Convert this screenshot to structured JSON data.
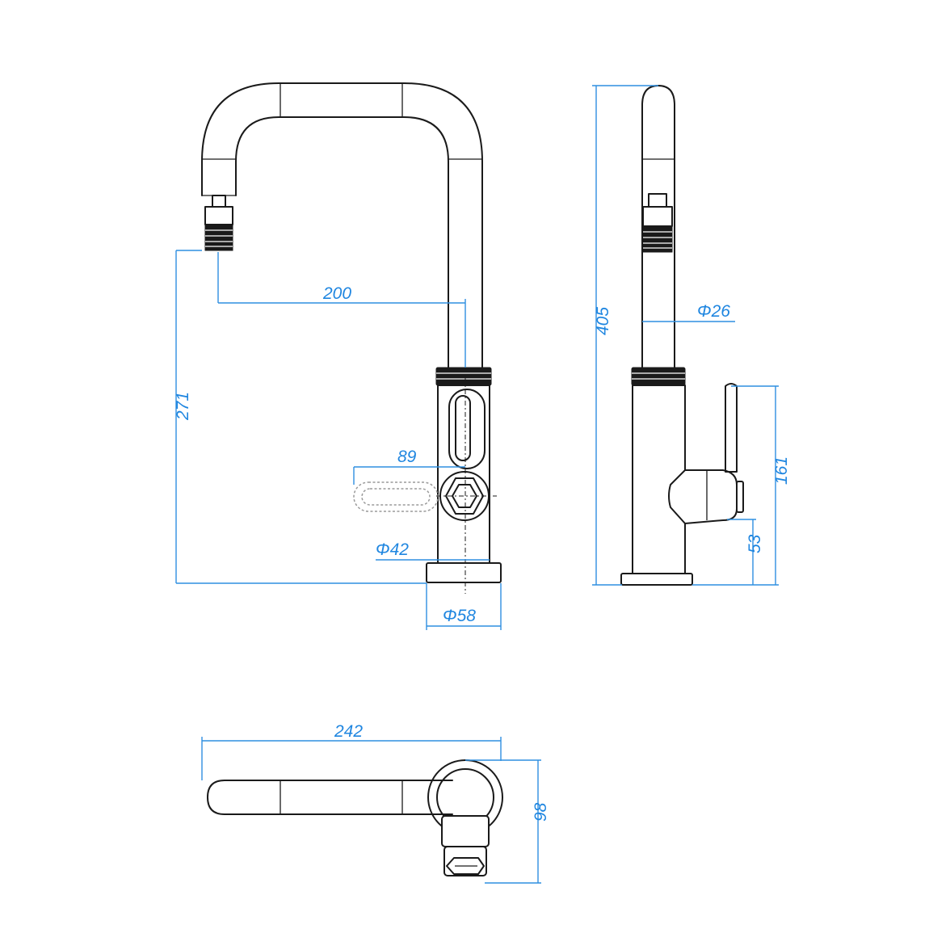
{
  "colors": {
    "outline": "#1a1a1a",
    "dimension": "#1f86e0",
    "ghost": "#9a9a9a",
    "background": "#ffffff"
  },
  "dimensions": {
    "spout_reach": "200",
    "outlet_height": "271",
    "total_height": "405",
    "lever_swing": "89",
    "body_diameter": "Φ42",
    "base_diameter": "Φ58",
    "spout_diameter": "Φ26",
    "lever_height": "161",
    "lever_axis_height": "53",
    "plan_length": "242",
    "plan_depth": "98"
  }
}
